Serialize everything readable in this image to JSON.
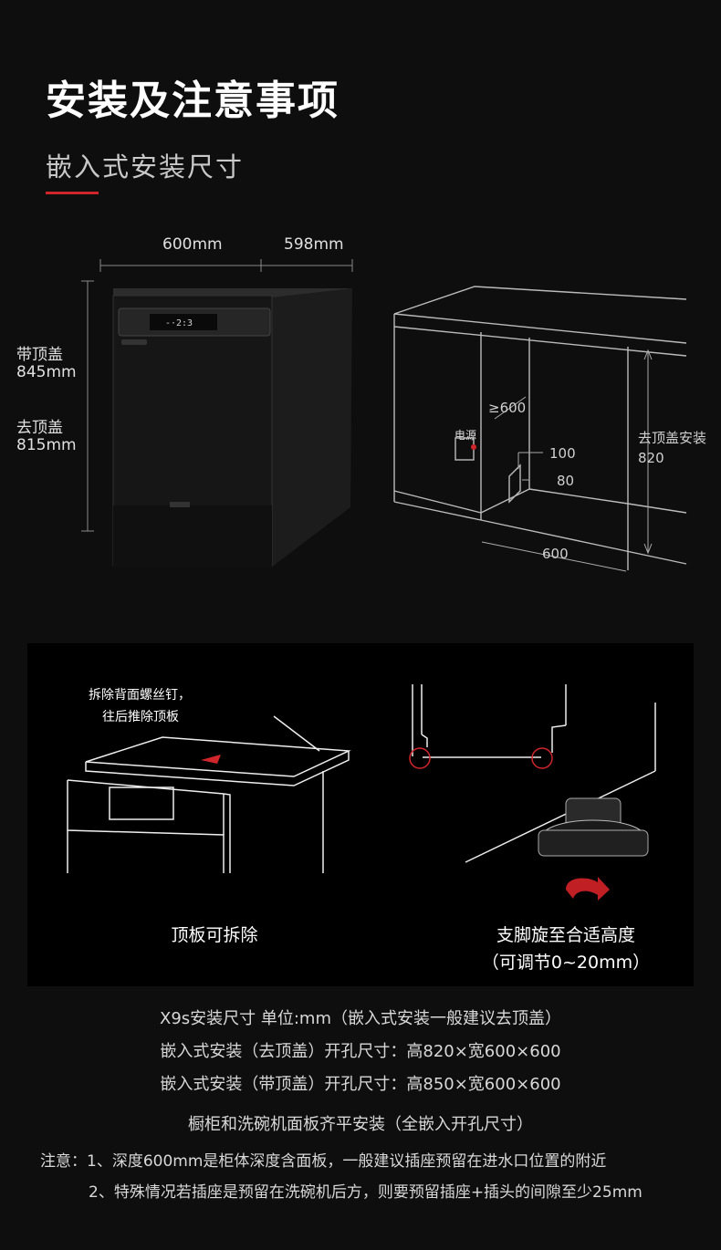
{
  "header": {
    "title": "安装及注意事项",
    "subtitle": "嵌入式安装尺寸"
  },
  "colors": {
    "accent": "#d0262b",
    "background": "#0e0e0e"
  },
  "product_dims": {
    "width_label": "600mm",
    "depth_label": "598mm",
    "with_top_label": "带顶盖",
    "with_top_value": "845mm",
    "without_top_label": "去顶盖",
    "without_top_value": "815mm"
  },
  "cabinet_diagram": {
    "depth_min": "≥600",
    "power_label": "电源",
    "val_100": "100",
    "val_80": "80",
    "height_label": "去顶盖安装",
    "height_value": "820",
    "width_value": "600"
  },
  "steps": {
    "step1_note_line1": "拆除背面螺丝钉，",
    "step1_note_line2": "往后推除顶板",
    "step1_caption": "顶板可拆除",
    "step2_caption_line1": "支脚旋至合适高度",
    "step2_caption_line2": "（可调节0~20mm）"
  },
  "specs": {
    "line1": "X9s安装尺寸 单位:mm（嵌入式安装一般建议去顶盖）",
    "line2": "嵌入式安装（去顶盖）开孔尺寸：高820×宽600×600",
    "line3": "嵌入式安装（带顶盖）开孔尺寸：高850×宽600×600",
    "line4": "橱柜和洗碗机面板齐平安装（全嵌入开孔尺寸）"
  },
  "notes": {
    "note1": "注意：1、深度600mm是柜体深度含面板，一般建议插座预留在进水口位置的附近",
    "note2": "2、特殊情况若插座是预留在洗碗机后方，则要预留插座+插头的间隙至少25mm"
  }
}
